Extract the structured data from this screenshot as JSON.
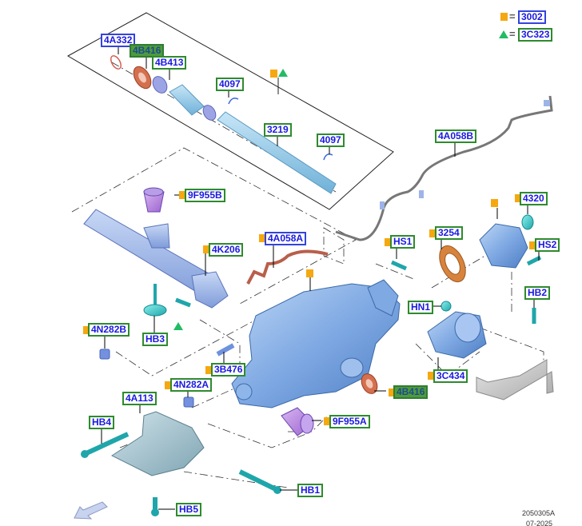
{
  "legend": {
    "square_symbol": "=",
    "square_part": "3002",
    "triangle_symbol": "=",
    "triangle_part": "3C323",
    "colors": {
      "square": "#f5a810",
      "triangle": "#22bb66"
    }
  },
  "callouts": [
    {
      "id": "4A332",
      "text": "4A332"
    },
    {
      "id": "4B416-top",
      "text": "4B416"
    },
    {
      "id": "4B413",
      "text": "4B413"
    },
    {
      "id": "4097-a",
      "text": "4097"
    },
    {
      "id": "3219",
      "text": "3219"
    },
    {
      "id": "4097-b",
      "text": "4097"
    },
    {
      "id": "4A058B",
      "text": "4A058B"
    },
    {
      "id": "9F955B",
      "text": "9F955B"
    },
    {
      "id": "4K206",
      "text": "4K206"
    },
    {
      "id": "4A058A",
      "text": "4A058A"
    },
    {
      "id": "HS1",
      "text": "HS1"
    },
    {
      "id": "3254",
      "text": "3254"
    },
    {
      "id": "4320",
      "text": "4320"
    },
    {
      "id": "HS2",
      "text": "HS2"
    },
    {
      "id": "HB2",
      "text": "HB2"
    },
    {
      "id": "HN1",
      "text": "HN1"
    },
    {
      "id": "4N282B",
      "text": "4N282B"
    },
    {
      "id": "HB3",
      "text": "HB3"
    },
    {
      "id": "3B476",
      "text": "3B476"
    },
    {
      "id": "4N282A",
      "text": "4N282A"
    },
    {
      "id": "3C434",
      "text": "3C434"
    },
    {
      "id": "4B416-bottom",
      "text": "4B416"
    },
    {
      "id": "4A113",
      "text": "4A113"
    },
    {
      "id": "HB4",
      "text": "HB4"
    },
    {
      "id": "9F955A",
      "text": "9F955A"
    },
    {
      "id": "HB1",
      "text": "HB1"
    },
    {
      "id": "HB5",
      "text": "HB5"
    }
  ],
  "footer": {
    "illustration_id": "2050305A",
    "date": "07-2025"
  }
}
